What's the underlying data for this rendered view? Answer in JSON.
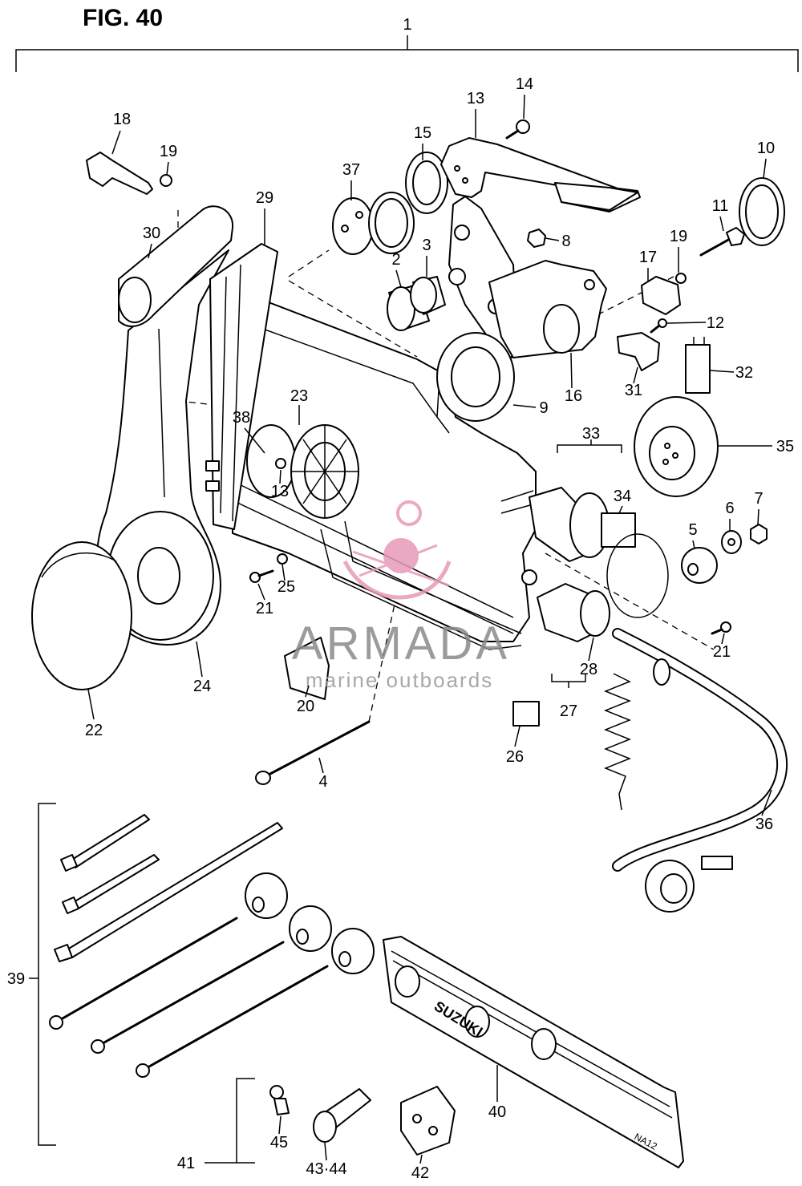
{
  "figure_title": "FIG. 40",
  "callouts": [
    "1",
    "18",
    "19",
    "14",
    "13",
    "15",
    "37",
    "10",
    "11",
    "29",
    "30",
    "19",
    "8",
    "3",
    "2",
    "17",
    "12",
    "32",
    "31",
    "16",
    "23",
    "9",
    "38",
    "13",
    "33",
    "35",
    "34",
    "6",
    "7",
    "5",
    "21",
    "25",
    "21",
    "28",
    "24",
    "20",
    "27",
    "22",
    "26",
    "4",
    "36",
    "39",
    "40",
    "41",
    "45",
    "43·44",
    "42"
  ],
  "watermark": {
    "brand": "ARMADA",
    "tagline": "marine outboards"
  },
  "part_markings": {
    "plate_brand": "SUZUKI",
    "plate_code": "NA12"
  },
  "colors": {
    "line": "#000000",
    "watermark_text": "#8a8a8a",
    "watermark_logo": "#e79ab8"
  }
}
